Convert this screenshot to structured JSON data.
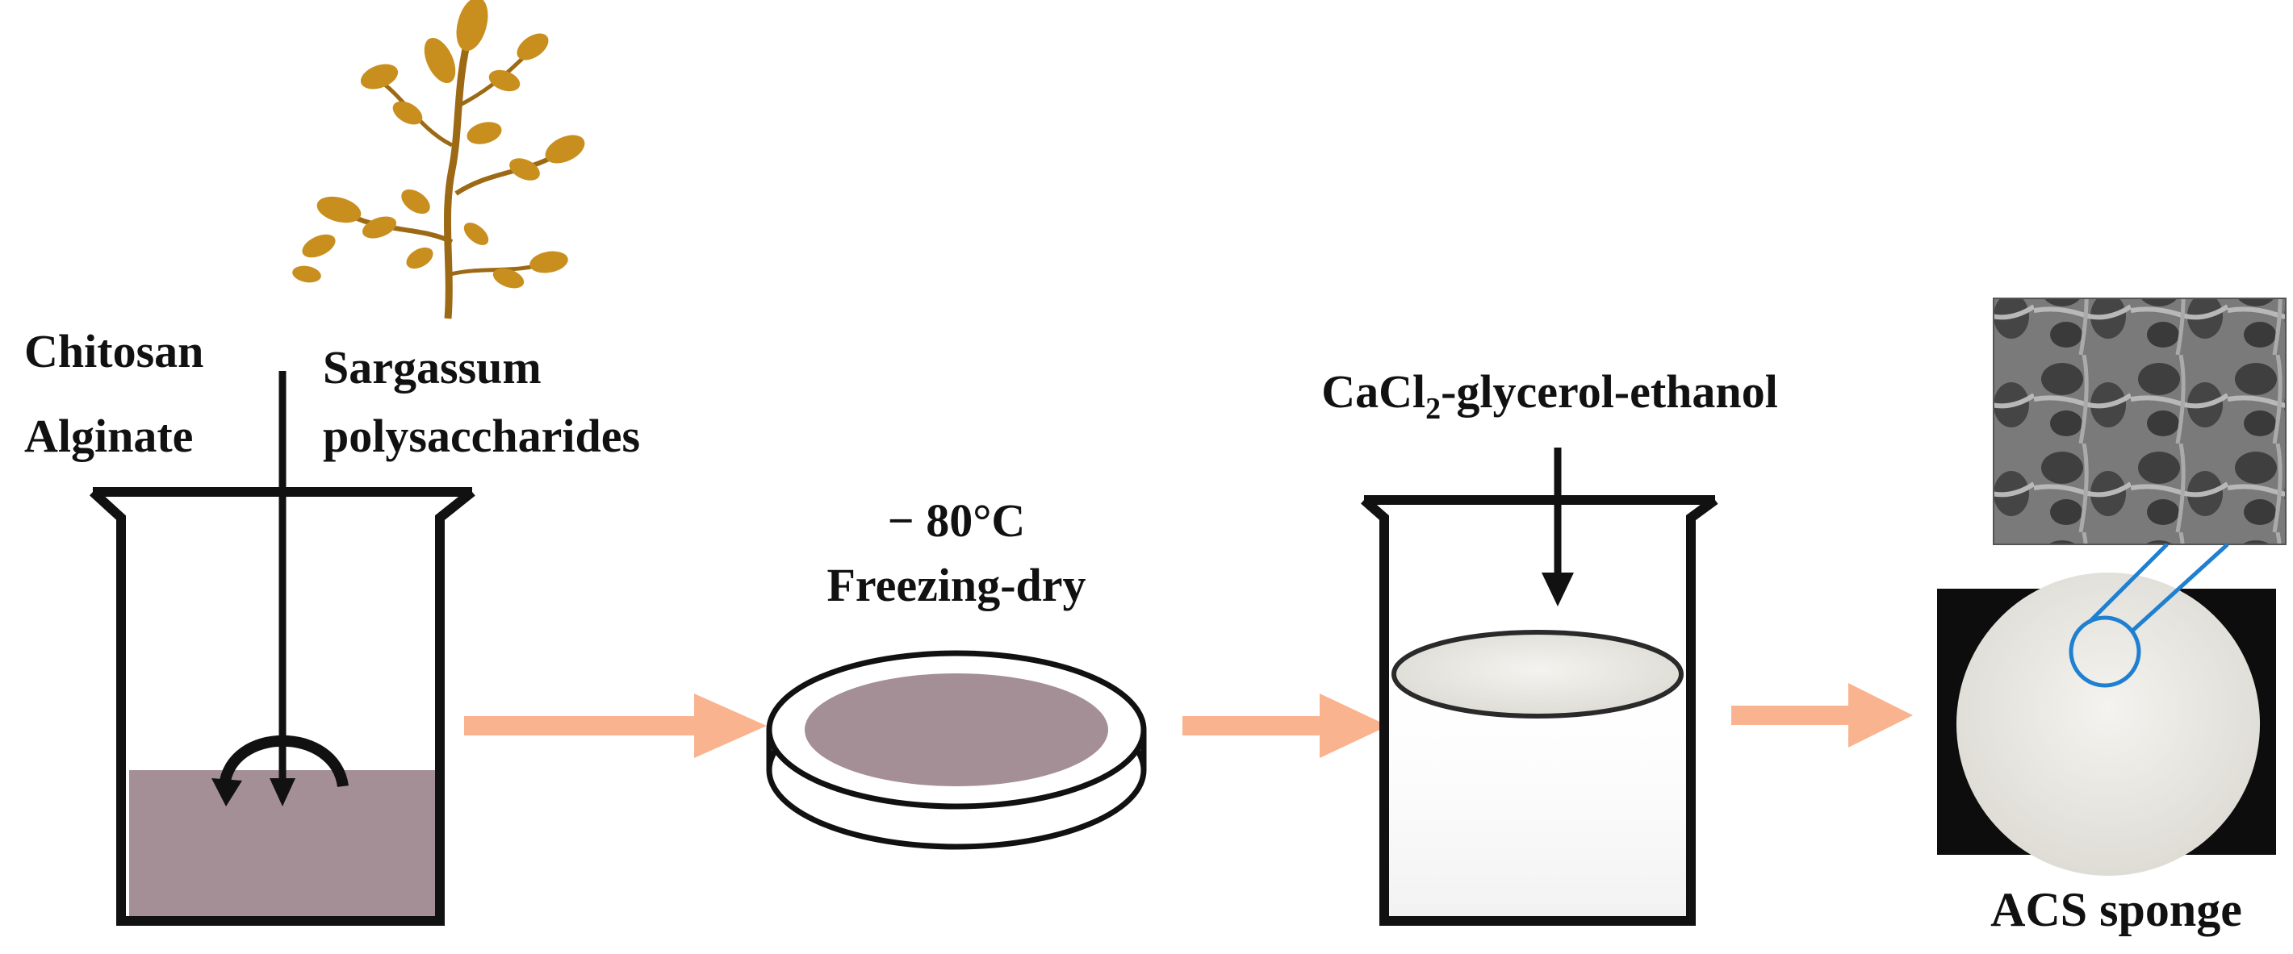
{
  "colors": {
    "stroke": "#111111",
    "solution": "#a48f96",
    "flow_arrow": "#f9b48f",
    "seaweed": "#c98f1e",
    "seaweed_dark": "#9c6a14",
    "sponge": "#ecebe6",
    "zoom_line": "#1f7fd1",
    "sem_bg": "#6f6f6f"
  },
  "icons": {
    "seaweed": "seaweed-icon",
    "beaker": "beaker-icon",
    "petri_dish": "petri-dish-icon",
    "sponge": "sponge-disc-icon",
    "sem": "sem-micrograph-icon"
  },
  "labels": {
    "chitosan": "Chitosan",
    "alginate": "Alginate",
    "sargassum_line1": "Sargassum",
    "sargassum_line2": "polysaccharides",
    "temperature": "− 80°C",
    "freezing": "Freezing-dry",
    "crosslinker_main": "CaCl",
    "crosslinker_sub": "2",
    "crosslinker_rest": "-glycerol-ethanol",
    "product": "ACS sponge"
  }
}
